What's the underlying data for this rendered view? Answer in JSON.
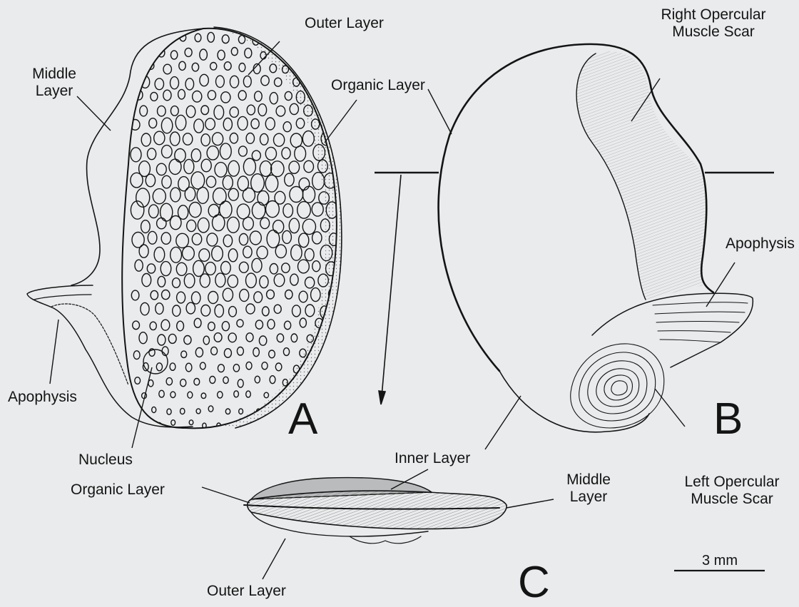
{
  "panels": {
    "A": {
      "letter": "A",
      "labels": {
        "outer_layer": "Outer Layer",
        "middle_layer": "Middle Layer",
        "organic_layer": "Organic Layer",
        "apophysis": "Apophysis",
        "nucleus": "Nucleus"
      }
    },
    "B": {
      "letter": "B",
      "labels": {
        "right_scar": "Right Opercular Muscle Scar",
        "apophysis": "Apophysis",
        "inner_layer": "Inner Layer",
        "left_scar": "Left Opercular Muscle Scar"
      }
    },
    "C": {
      "letter": "C",
      "labels": {
        "organic_layer": "Organic Layer",
        "middle_layer": "Middle Layer",
        "outer_layer": "Outer Layer"
      }
    }
  },
  "scale_bar": {
    "label": "3 mm"
  },
  "colors": {
    "ink": "#141414",
    "background": "#e9ebec",
    "shading": "#b9bbbc"
  }
}
